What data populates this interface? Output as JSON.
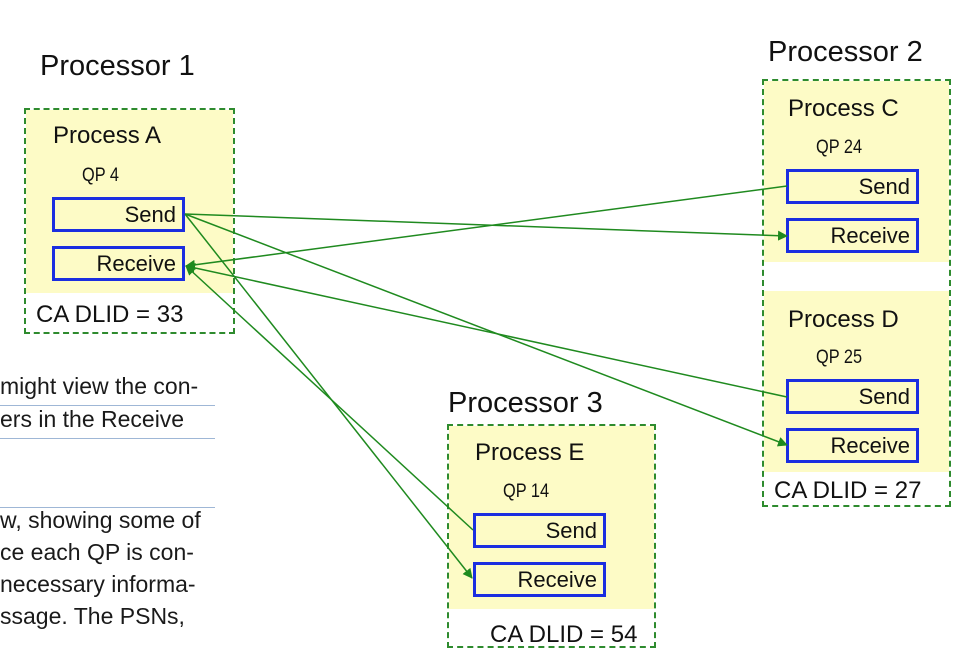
{
  "processors": [
    {
      "title": "Processor 1",
      "dlid": "CA DLID = 33",
      "processes": [
        {
          "name": "Process A",
          "qp": "QP 4",
          "send": "Send",
          "receive": "Receive"
        }
      ]
    },
    {
      "title": "Processor 2",
      "dlid": "CA DLID = 27",
      "processes": [
        {
          "name": "Process C",
          "qp": "QP 24",
          "send": "Send",
          "receive": "Receive"
        },
        {
          "name": "Process D",
          "qp": "QP 25",
          "send": "Send",
          "receive": "Receive"
        }
      ]
    },
    {
      "title": "Processor 3",
      "dlid": "CA DLID = 54",
      "processes": [
        {
          "name": "Process E",
          "qp": "QP 14",
          "send": "Send",
          "receive": "Receive"
        }
      ]
    }
  ],
  "background_text": [
    "might view the con-",
    "ers in the Receive",
    "w, showing some of",
    "ce each QP is con-",
    "necessary informa-",
    "ssage. The PSNs,"
  ],
  "connections": [
    {
      "from": "Process A Send",
      "to": "Process C Receive"
    },
    {
      "from": "Process C Send",
      "to": "Process A Receive"
    },
    {
      "from": "Process A Send",
      "to": "Process D Receive"
    },
    {
      "from": "Process D Send",
      "to": "Process A Receive"
    },
    {
      "from": "Process A Send",
      "to": "Process E Receive"
    },
    {
      "from": "Process E Send",
      "to": "Process A Receive"
    }
  ],
  "colors": {
    "link": "#1f8a1f",
    "queue_border": "#1b2ee0",
    "box_fill": "#fdfbc6",
    "dash": "#2e8b2e"
  }
}
